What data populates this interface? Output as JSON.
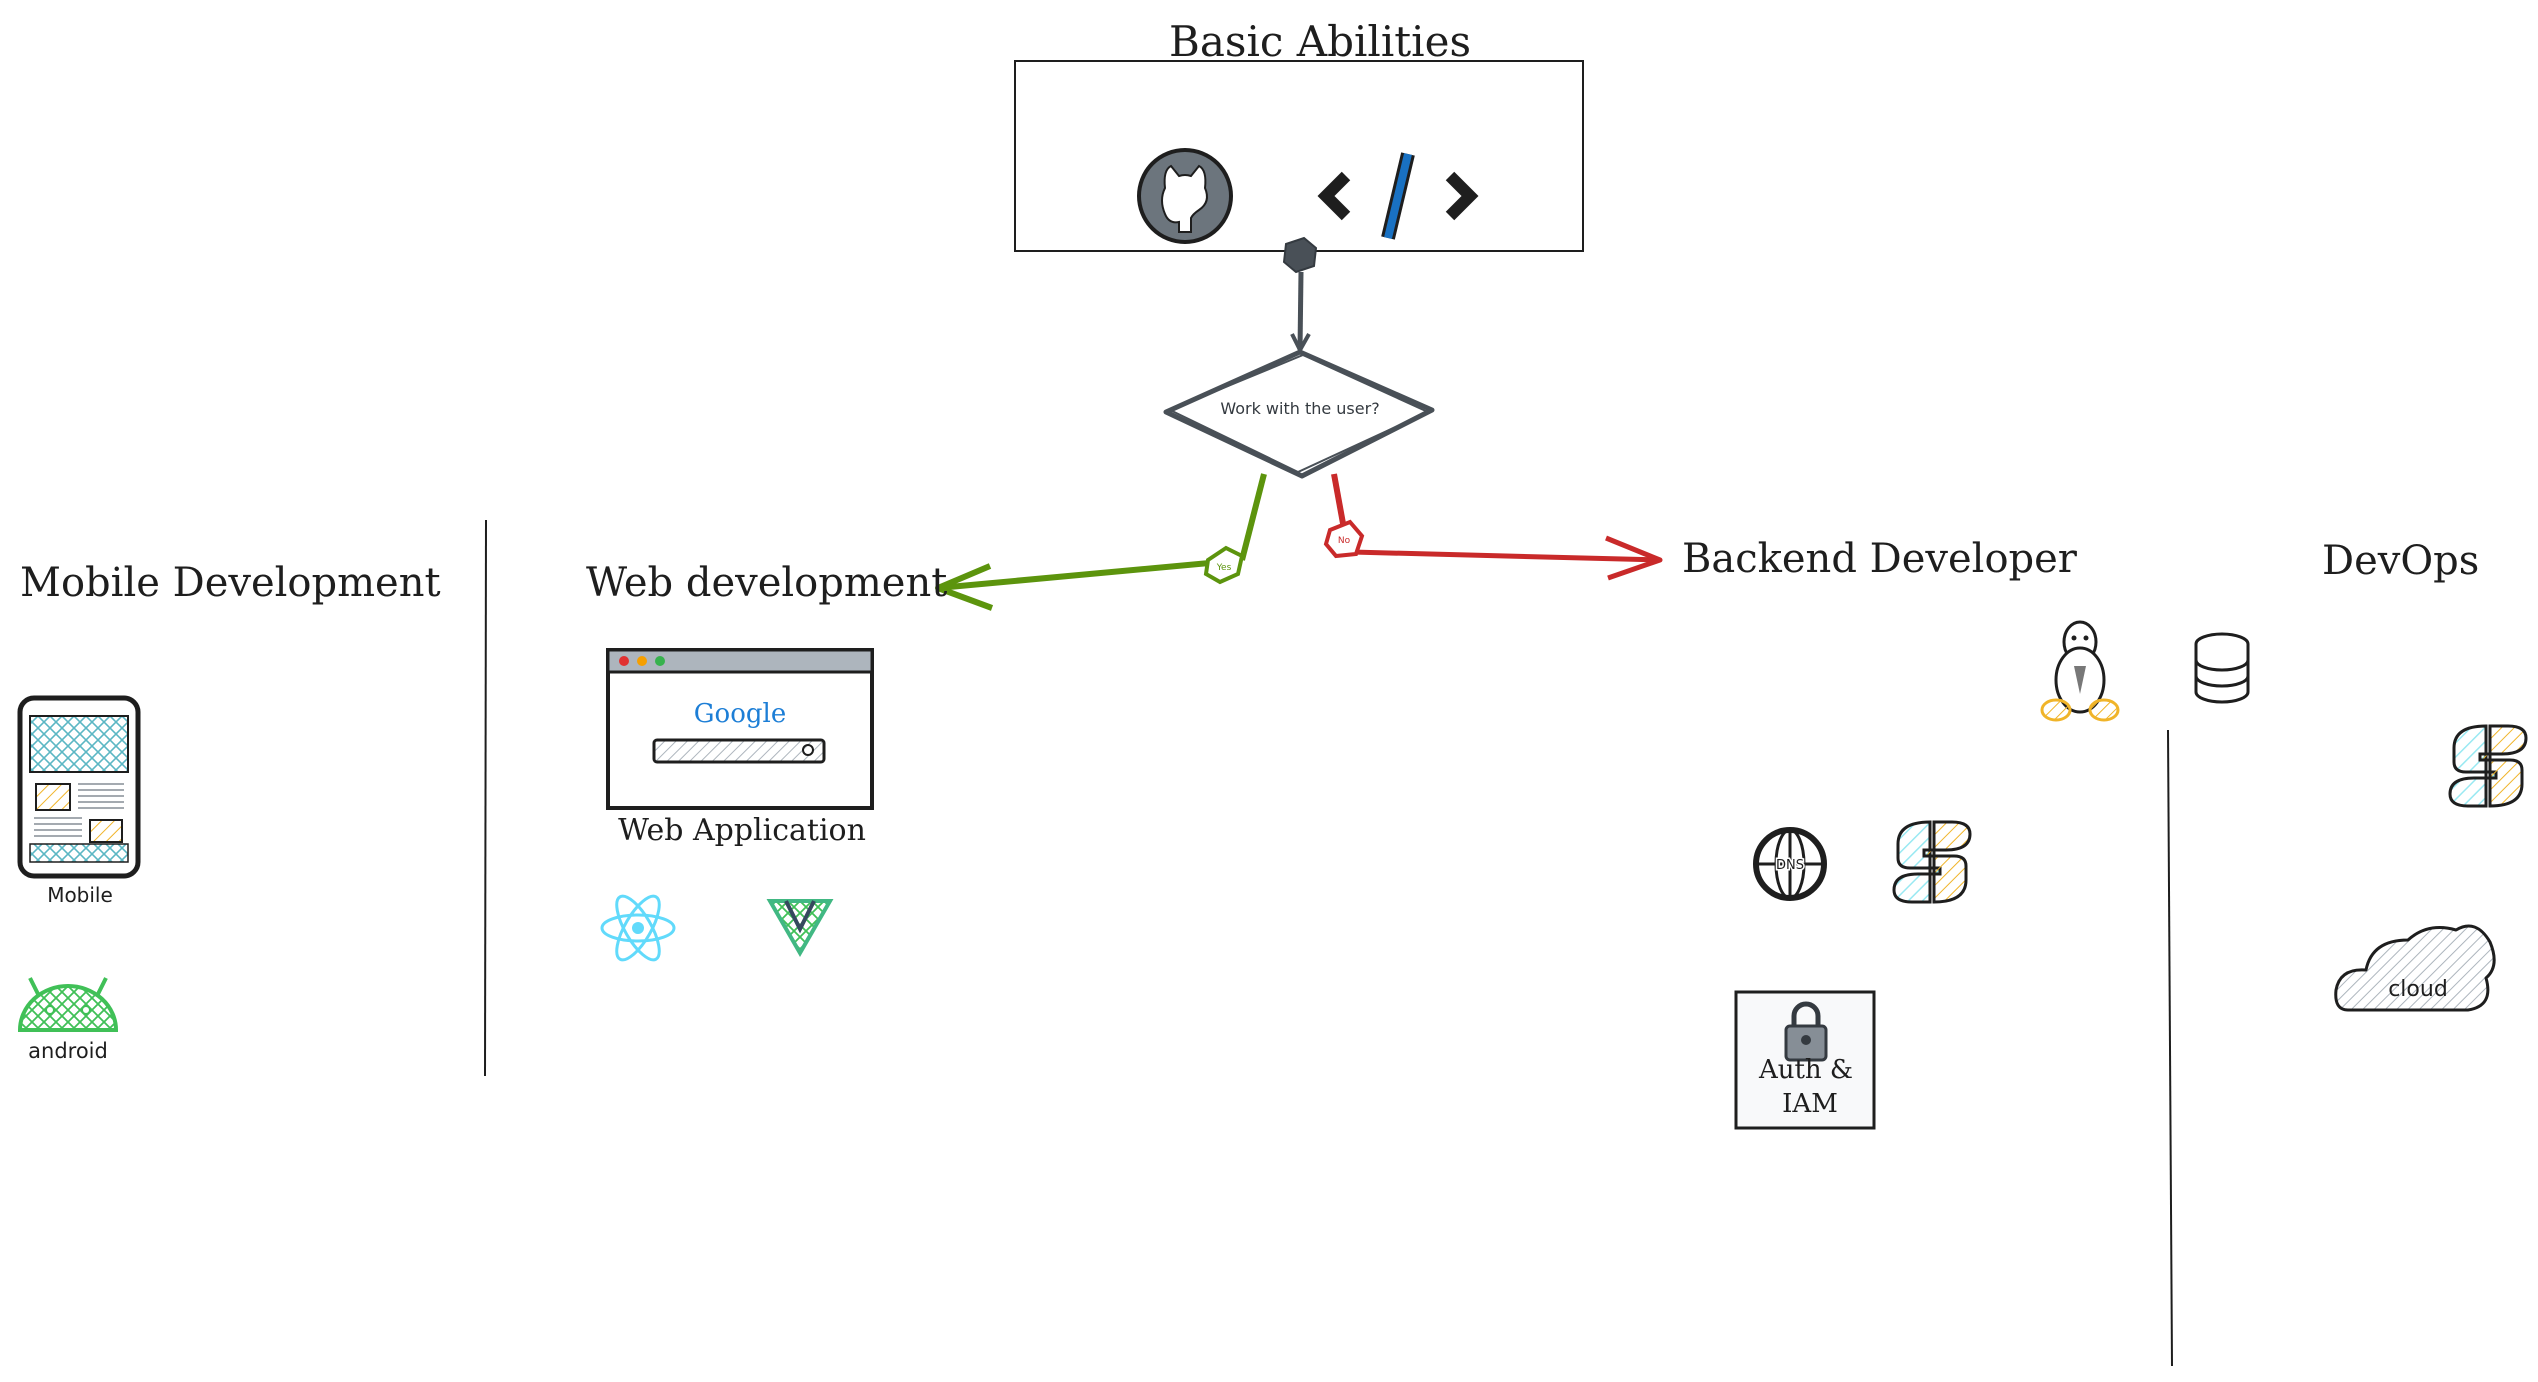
{
  "top": {
    "title": "Basic Abilities",
    "decision": "Work with the user?",
    "yes_label": "Yes",
    "no_label": "No"
  },
  "sections": {
    "mobile": {
      "title": "Mobile Development",
      "mobile_caption": "Mobile",
      "android_caption": "android"
    },
    "web": {
      "title": "Web development",
      "browser_caption": "Web Application",
      "search_logo": "Google"
    },
    "backend": {
      "title": "Backend Developer",
      "dns_label": "DNS",
      "auth_label_1": "Auth &",
      "auth_label_2": "IAM"
    },
    "devops": {
      "title": "DevOps",
      "cloud_label": "cloud"
    }
  },
  "colors": {
    "ink": "#1e1e1e",
    "yes_arrow": "#5c940d",
    "no_arrow": "#c92a2a",
    "hachure_blue": "#99e9f2",
    "hachure_yellow": "#ffec99",
    "android_green": "#40c057",
    "react_blue": "#61dafb",
    "vue_green": "#41b883",
    "vue_dark": "#35495e",
    "code_slash": "#1971c2",
    "grey_icon": "#6c757d"
  },
  "icons": {
    "github": "github-icon",
    "code": "code-icon",
    "react": "react-icon",
    "vue": "vue-icon",
    "linux": "linux-icon",
    "database": "database-icon",
    "python": "python-icon",
    "dns": "dns-globe-icon",
    "lock": "lock-icon",
    "cloud": "cloud-icon",
    "android": "android-icon"
  }
}
